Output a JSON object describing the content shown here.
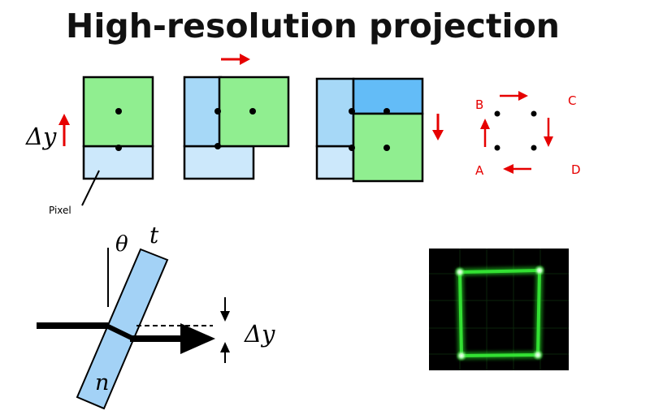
{
  "title": "High-resolution projection",
  "labels": {
    "delta_y": "Δy",
    "pixel": "Pixel",
    "theta": "θ",
    "thickness": "t",
    "index": "n"
  },
  "sequence": {
    "A": "A",
    "B": "B",
    "C": "C",
    "D": "D"
  },
  "colors": {
    "green": "#90ee90",
    "light_blue": "#cce8fb",
    "mid_blue": "#a6d8f7",
    "bright_blue": "#63bcf7",
    "plate_blue": "#a3d2f6",
    "arrow_red": "#e60000",
    "outline": "#000000",
    "screen_bg": "#000000",
    "trace_green": "#22cc22"
  }
}
